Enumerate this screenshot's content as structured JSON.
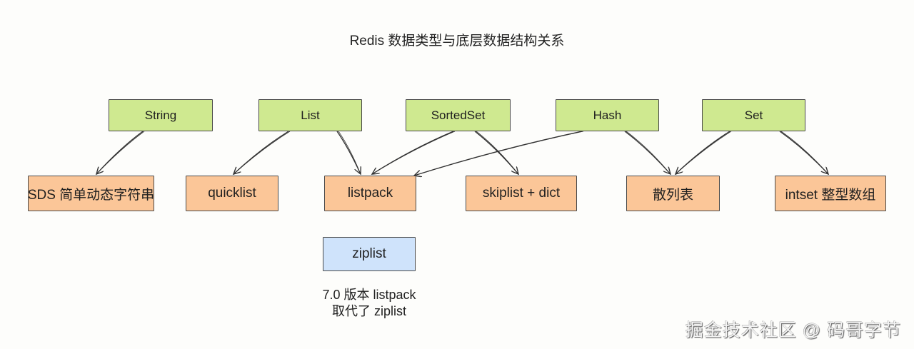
{
  "title": "Redis 数据类型与底层数据结构关系",
  "data_types": [
    {
      "id": "string",
      "label": "String"
    },
    {
      "id": "list",
      "label": "List"
    },
    {
      "id": "sortedset",
      "label": "SortedSet"
    },
    {
      "id": "hash",
      "label": "Hash"
    },
    {
      "id": "set",
      "label": "Set"
    }
  ],
  "structures": [
    {
      "id": "sds",
      "label": "SDS 简单动态字符串"
    },
    {
      "id": "quicklist",
      "label": "quicklist"
    },
    {
      "id": "listpack",
      "label": "listpack"
    },
    {
      "id": "skiplist",
      "label": "skiplist + dict"
    },
    {
      "id": "hashtable",
      "label": "散列表"
    },
    {
      "id": "intset",
      "label": "intset 整型数组"
    }
  ],
  "legacy": {
    "id": "ziplist",
    "label": "ziplist"
  },
  "note": {
    "line1": "7.0 版本 listpack",
    "line2": "取代了 ziplist"
  },
  "edges": [
    {
      "from": "string",
      "to": "sds"
    },
    {
      "from": "list",
      "to": "quicklist"
    },
    {
      "from": "list",
      "to": "listpack"
    },
    {
      "from": "sortedset",
      "to": "listpack"
    },
    {
      "from": "sortedset",
      "to": "skiplist"
    },
    {
      "from": "hash",
      "to": "listpack"
    },
    {
      "from": "hash",
      "to": "hashtable"
    },
    {
      "from": "set",
      "to": "hashtable"
    },
    {
      "from": "set",
      "to": "intset"
    }
  ],
  "watermark": "掘金技术社区 @ 码哥字节",
  "colors": {
    "type_fill": "#cfe990",
    "structure_fill": "#fbc698",
    "legacy_fill": "#cfe3fb",
    "stroke": "#4a4a4a"
  }
}
